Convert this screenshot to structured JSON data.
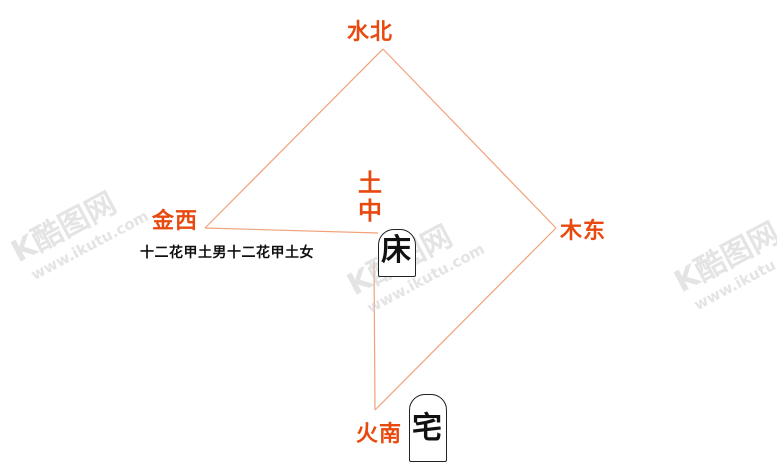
{
  "directions": {
    "north": "水北",
    "south": "火南",
    "east": "木东",
    "west": "金西"
  },
  "center": [
    "土",
    "中"
  ],
  "caption": "十二花甲土男十二花甲土女",
  "bed_char": "床",
  "house_char": "宅",
  "watermark": {
    "brand": "K酷图网",
    "url": "www.ikutu.com"
  },
  "colors": {
    "accent": "#e8490f",
    "line": "#f0a27a",
    "text": "#111111"
  }
}
